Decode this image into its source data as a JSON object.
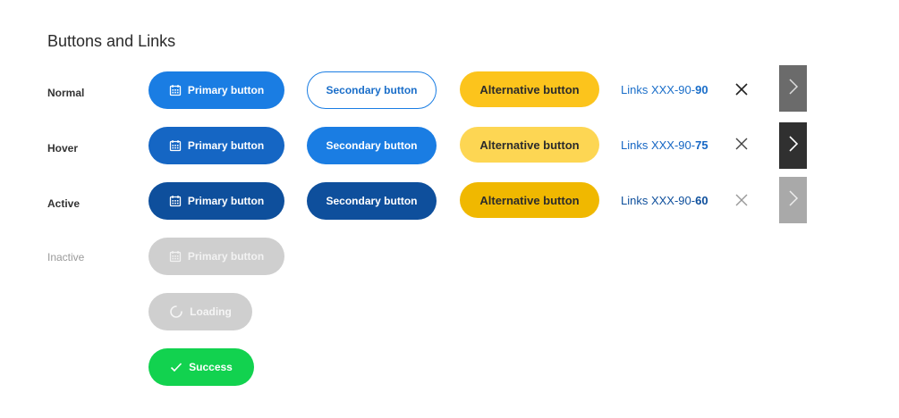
{
  "title": "Buttons and Links",
  "states": {
    "normal": "Normal",
    "hover": "Hover",
    "active": "Active",
    "inactive": "Inactive"
  },
  "buttons": {
    "primary": "Primary button",
    "secondary": "Secondary button",
    "alternative": "Alternative button",
    "loading": "Loading",
    "success": "Success"
  },
  "links": {
    "prefix": "Links XXX-90-",
    "normal_suffix": "90",
    "hover_suffix": "75",
    "active_suffix": "60"
  },
  "icons": {
    "primary": "calendar-icon",
    "close": "close-icon",
    "next": "chevron-right-icon",
    "loading": "spinner-icon",
    "success": "checkmark-icon"
  },
  "colors": {
    "primary_normal": "#1a7de3",
    "primary_hover": "#1566c4",
    "primary_active": "#0e4f9c",
    "inactive": "#cfcfcf",
    "alternative_normal": "#fcc41c",
    "alternative_hover": "#fdd653",
    "alternative_active": "#f0b800",
    "success": "#12d24f",
    "next_normal": "#6b6b6b",
    "next_hover": "#303030",
    "next_active": "#a9a9a9"
  }
}
